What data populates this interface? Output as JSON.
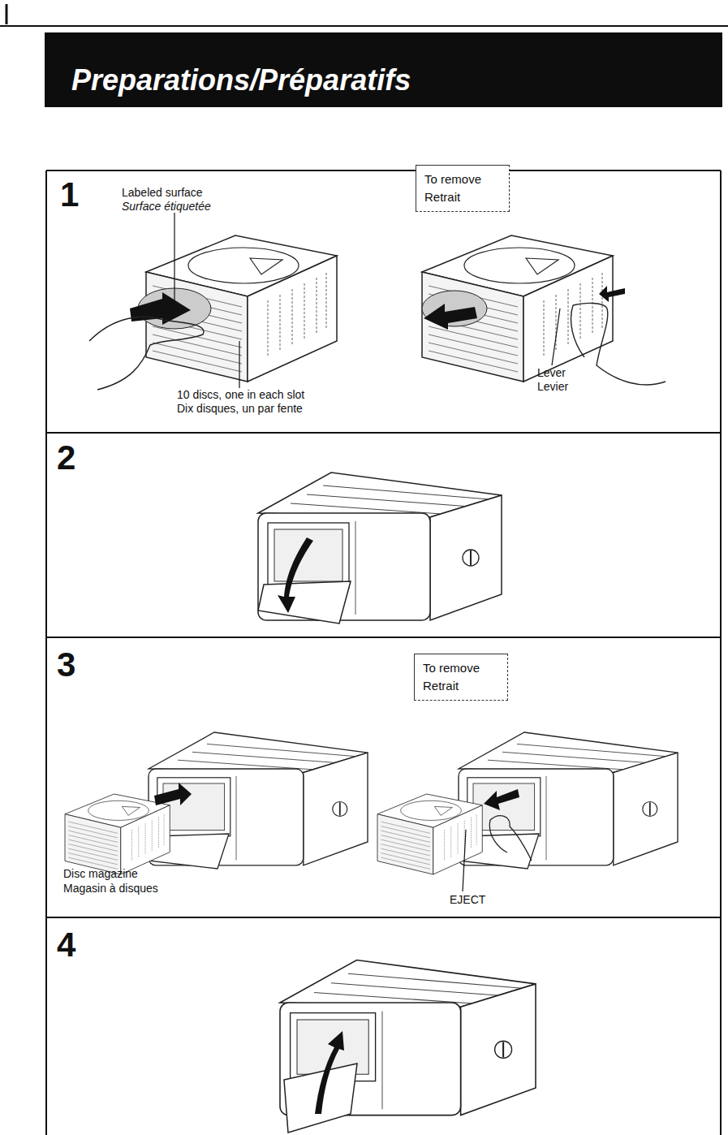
{
  "diagram": {
    "title": "Preparations/Préparatifs",
    "nodes": [
      {
        "text": [
          "To remove",
          "Retrait"
        ]
      },
      {
        "text": [
          "To remove",
          "Retrait"
        ]
      }
    ],
    "labels": [
      "1",
      "Labeled surface",
      "Surface étiquetée",
      "10 discs, one in each slot",
      "Dix disques, un par fente",
      "Lever",
      "Levier",
      "2",
      "3",
      "Disc magazine",
      "Magasin à disques",
      "EJECT",
      "4"
    ]
  }
}
